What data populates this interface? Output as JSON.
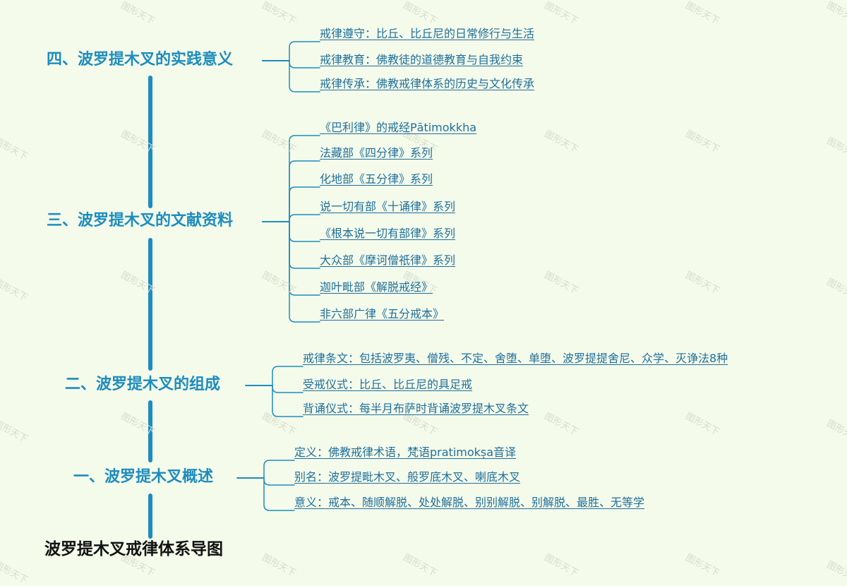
{
  "root_title": "波罗提木叉戒律体系导图",
  "watermark": "图形天下",
  "colors": {
    "line": "#1d8cc0",
    "branch_text": "#1d8cc0",
    "leaf_text": "#1f6f9e",
    "background": "#f4fbea"
  },
  "branches": [
    {
      "label": "四、波罗提木叉的实践意义",
      "children": [
        "戒律遵守：比丘、比丘尼的日常修行与生活",
        "戒律教育：佛教徒的道德教育与自我约束",
        "戒律传承：佛教戒律体系的历史与文化传承"
      ]
    },
    {
      "label": "三、波罗提木叉的文献资料",
      "children": [
        "《巴利律》的戒经Pātimokkha",
        "法藏部《四分律》系列",
        "化地部《五分律》系列",
        "说一切有部《十诵律》系列",
        "《根本说一切有部律》系列",
        "大众部《摩诃僧祇律》系列",
        "迦叶毗部《解脱戒经》",
        "非六部广律《五分戒本》"
      ]
    },
    {
      "label": "二、波罗提木叉的组成",
      "children": [
        "戒律条文：包括波罗夷、僧残、不定、舍堕、单堕、波罗提提舍尼、众学、灭诤法8种",
        "受戒仪式：比丘、比丘尼的具足戒",
        "背诵仪式：每半月布萨时背诵波罗提木叉条文"
      ]
    },
    {
      "label": "一、波罗提木叉概述",
      "children": [
        "定义：佛教戒律术语，梵语pratimokṣa音译",
        "别名：波罗提毗木叉、般罗底木叉、喇底木叉",
        "意义：戒本、随顺解脱、处处解脱、别别解脱、别解脱、最胜、无等学"
      ]
    }
  ]
}
